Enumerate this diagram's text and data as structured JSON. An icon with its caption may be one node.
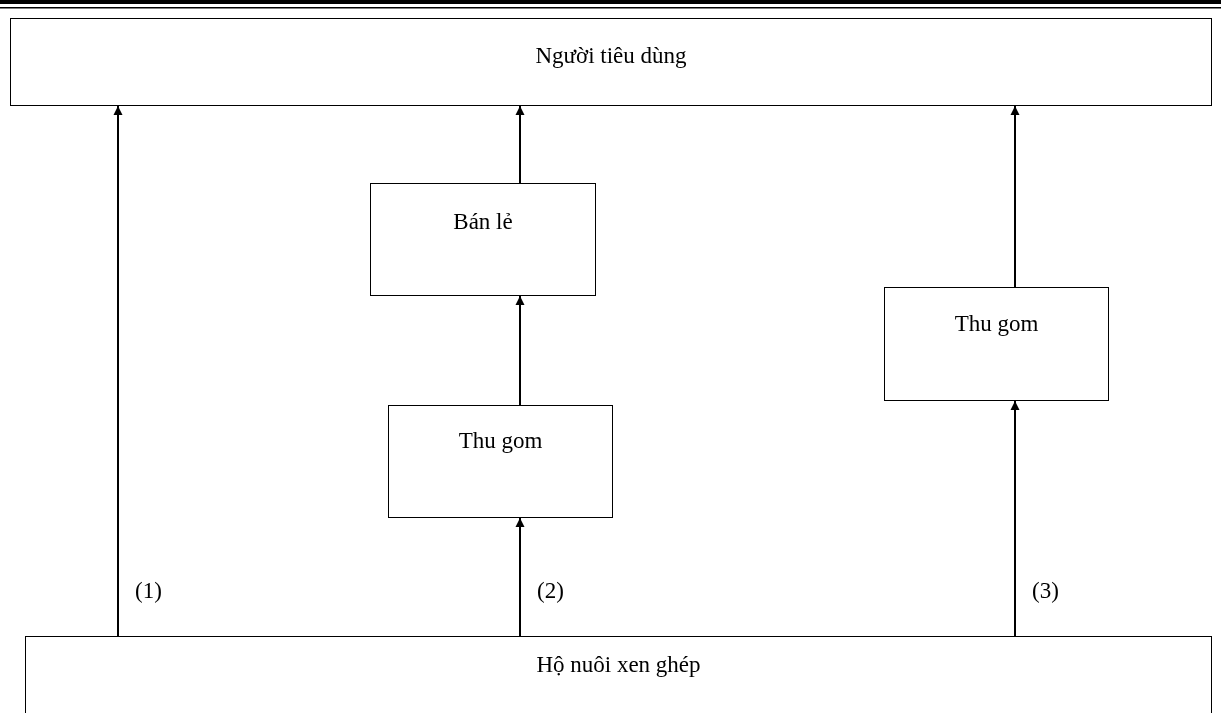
{
  "diagram": {
    "nodes": [
      {
        "text": [
          "Người tiêu dùng"
        ]
      },
      {
        "text": [
          "Bán lẻ"
        ]
      },
      {
        "text": [
          "Thu gom"
        ]
      },
      {
        "text": [
          "Thu gom"
        ]
      },
      {
        "text": [
          "Hộ nuôi xen ghép"
        ]
      }
    ],
    "edges": [
      {
        "from": 4,
        "to": 0,
        "arrow": "to",
        "label": "(1)"
      },
      {
        "from": 4,
        "to": 2,
        "arrow": "to",
        "label": "(2)"
      },
      {
        "from": 2,
        "to": 1,
        "arrow": "to"
      },
      {
        "from": 1,
        "to": 0,
        "arrow": "to"
      },
      {
        "from": 4,
        "to": 3,
        "arrow": "to",
        "label": "(3)"
      },
      {
        "from": 3,
        "to": 0,
        "arrow": "to"
      }
    ]
  }
}
